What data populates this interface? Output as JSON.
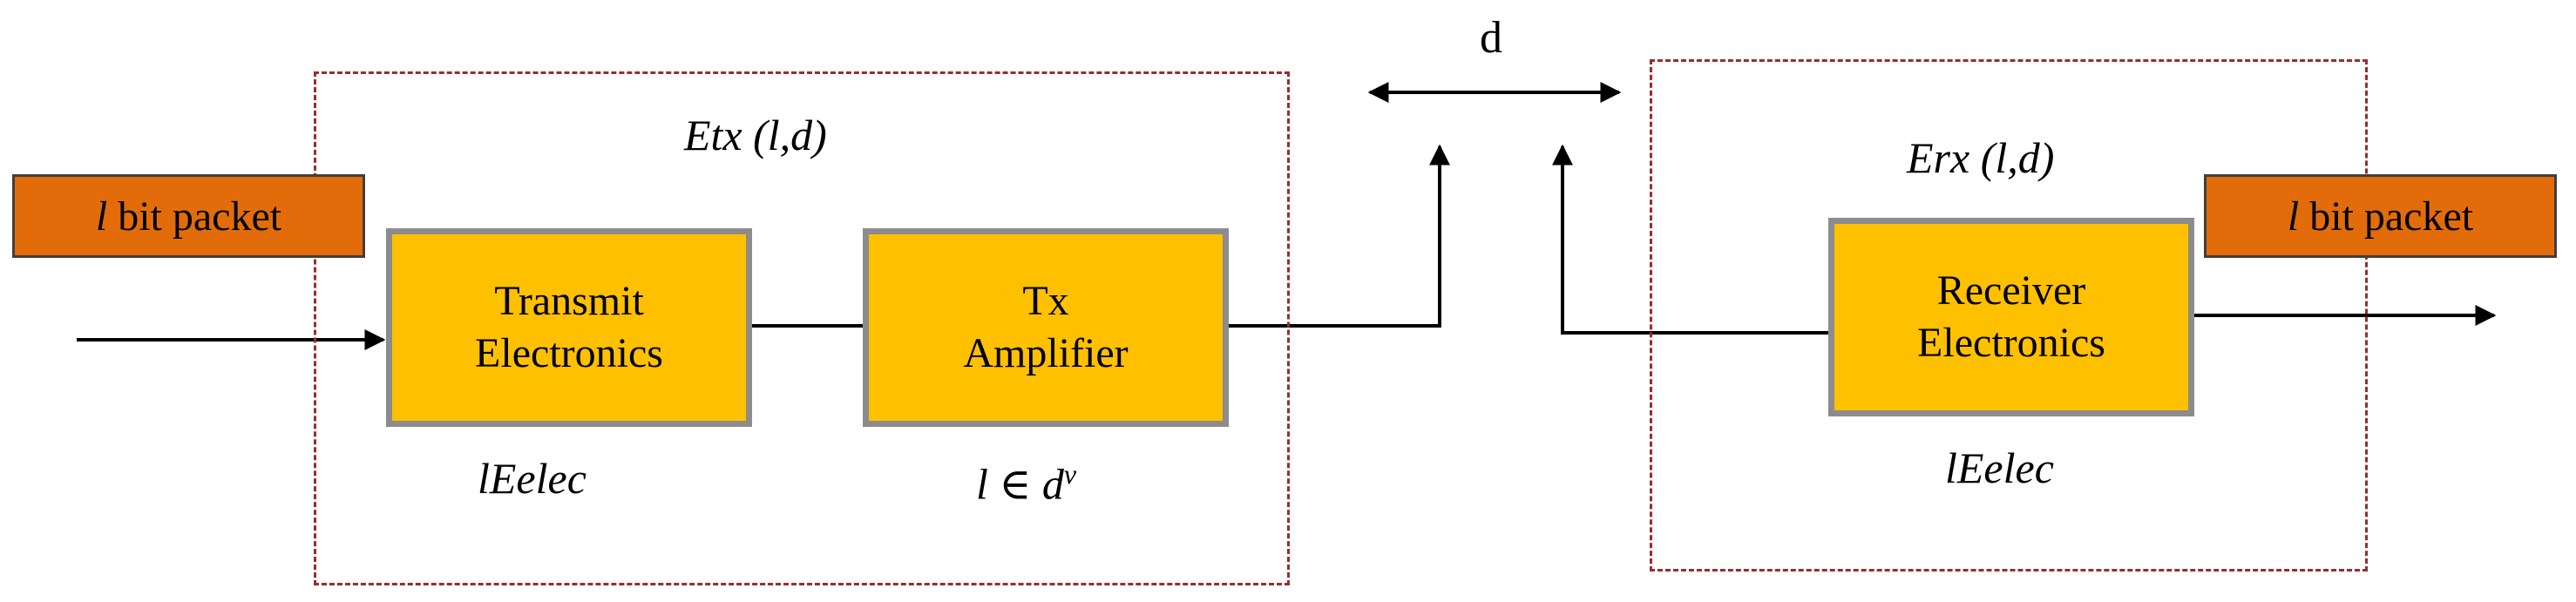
{
  "regions": {
    "transmitter": {
      "energy_label": "Etx (l,d)"
    },
    "receiver": {
      "energy_label": "Erx (l,d)"
    }
  },
  "packet_in": {
    "var": "l",
    "text": "bit packet"
  },
  "packet_out": {
    "var": "l",
    "text": "bit packet"
  },
  "blocks": {
    "transmit": {
      "line1": "Transmit",
      "line2": "Electronics",
      "energy": "lEelec"
    },
    "amplifier": {
      "line1": "Tx",
      "line2": "Amplifier",
      "energy_base": "l ∈ d",
      "energy_exp": "ν"
    },
    "receiver": {
      "line1": "Receiver",
      "line2": "Electronics",
      "energy": "lEelec"
    }
  },
  "distance": {
    "label": "d"
  },
  "colors": {
    "block_fill": "#ffc000",
    "block_border": "#8c8c8c",
    "packet_fill": "#e36c0a",
    "region_border": "#9b2c2c"
  }
}
